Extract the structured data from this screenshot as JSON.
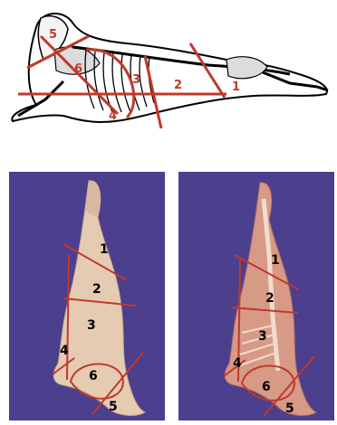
{
  "skeleton_diagram": {
    "labels": [
      "1",
      "2",
      "3",
      "4",
      "5",
      "6"
    ],
    "line_color": "#c0392b"
  },
  "left_photo": {
    "labels": [
      "1",
      "2",
      "3",
      "4",
      "5",
      "6"
    ],
    "background": "#4b3f8e",
    "line_color": "#c0392b"
  },
  "right_photo": {
    "labels": [
      "1",
      "2",
      "3",
      "4",
      "5",
      "6"
    ],
    "background": "#4b3f8e",
    "line_color": "#c0392b"
  }
}
